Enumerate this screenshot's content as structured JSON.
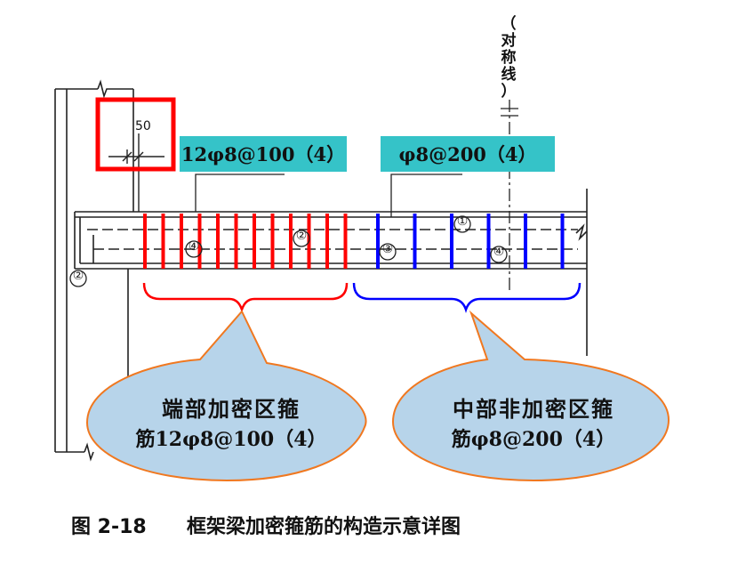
{
  "labels": {
    "dim_50": "50",
    "end_spec": "12φ8@100（4）",
    "mid_spec": "φ8@200（4）",
    "sym_line_chars": [
      "（",
      "对",
      "称",
      "线",
      "）"
    ],
    "bar_1": "①",
    "bar_2_left": "②",
    "bar_2_center": "②",
    "bar_3": "③",
    "bar_4_left": "④",
    "bar_4_right": "④"
  },
  "bubbles": {
    "end": {
      "line1": "端部加密区箍",
      "line2": "筋12φ8@100（4）"
    },
    "mid": {
      "line1": "中部非加密区箍",
      "line2": "筋φ8@200（4）"
    }
  },
  "caption": {
    "number": "图 2-18",
    "title": "框架梁加密箍筋的构造示意详图"
  },
  "colors": {
    "dense_stirrup": "#ff0000",
    "sparse_stirrup": "#0000ff",
    "tag_background": "#35c3c8",
    "bubble_fill": "#b7d4ea",
    "bubble_stroke": "#f07820",
    "highlight_box": "#ff0000"
  }
}
